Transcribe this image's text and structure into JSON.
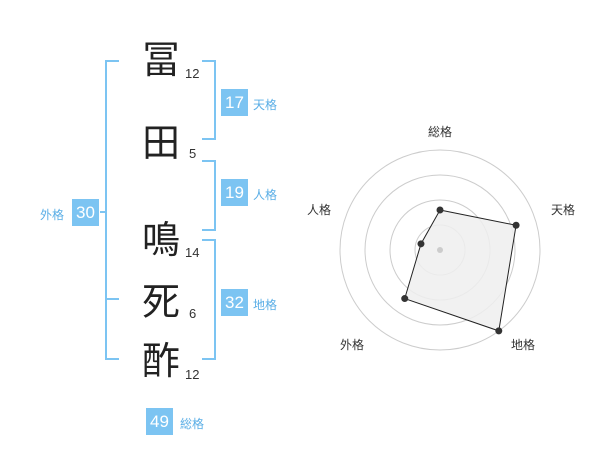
{
  "name": {
    "characters": [
      {
        "char": "冨",
        "strokes": "12"
      },
      {
        "char": "田",
        "strokes": "5"
      },
      {
        "char": "鳴",
        "strokes": "14"
      },
      {
        "char": "死",
        "strokes": "6"
      },
      {
        "char": "酢",
        "strokes": "12"
      }
    ]
  },
  "kakusu": {
    "tenkaku": {
      "label": "天格",
      "value": "17"
    },
    "jinkaku": {
      "label": "人格",
      "value": "19"
    },
    "chikaku": {
      "label": "地格",
      "value": "32"
    },
    "gaikaku": {
      "label": "外格",
      "value": "30"
    },
    "soukaku": {
      "label": "総格",
      "value": "49"
    }
  },
  "radar": {
    "axes": [
      "総格",
      "天格",
      "地格",
      "外格",
      "人格"
    ],
    "scores": [
      2,
      4,
      5,
      3,
      1
    ],
    "max": 5,
    "colors": {
      "ring": "#cccccc",
      "fill": "#efefef",
      "line": "#222222",
      "point": "#333333",
      "center": "#cccccc"
    }
  },
  "colors": {
    "accent": "#7cc4f2"
  }
}
